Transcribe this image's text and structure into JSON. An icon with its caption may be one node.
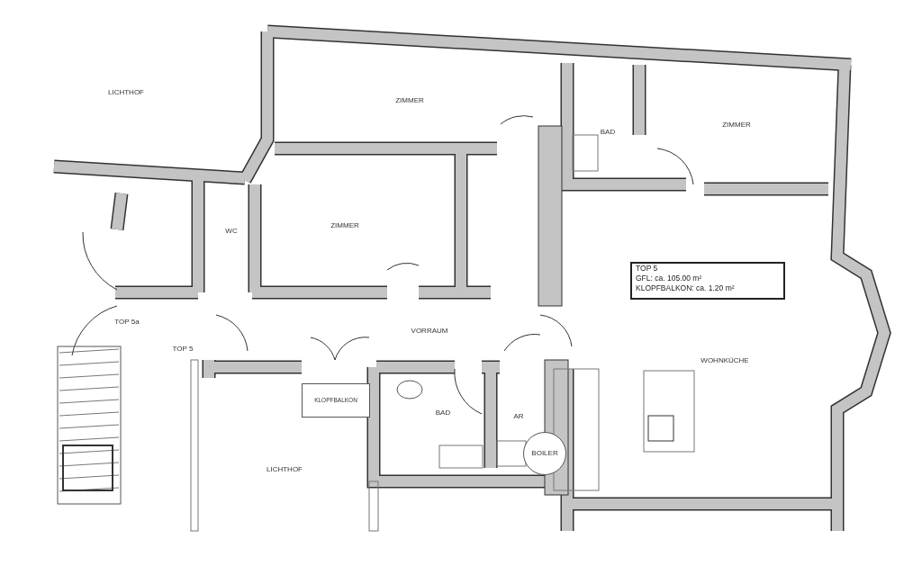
{
  "diagram": {
    "nodes": [
      {
        "text": [
          "TOP 5",
          "GFL: ca. 105.00 m²",
          "KLOPFBALKON: ca. 1.20 m²"
        ]
      },
      {
        "text": [
          "KLOPFBALKON"
        ]
      },
      {
        "text": [
          "BOILER"
        ]
      }
    ],
    "labels": [
      "LICHTHOF",
      "ZIMMER",
      "ZIMMER",
      "BAD",
      "ZIMMER",
      "WC",
      "TOP 5a",
      "VORRAUM",
      "TOP 5",
      "WOHNKÜCHE",
      "BAD",
      "AR",
      "LICHTHOF"
    ]
  }
}
